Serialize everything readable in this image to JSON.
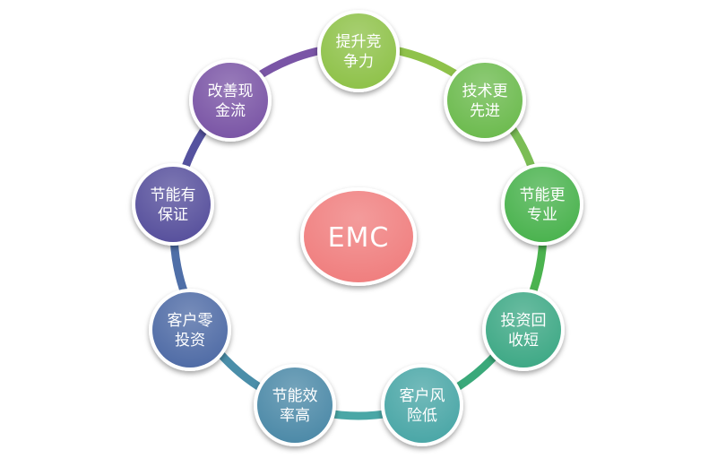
{
  "center": {
    "label": "EMC",
    "color": "#f07f7f"
  },
  "ring_colors": [
    "#8fc24a",
    "#7bbd55",
    "#4bb34f",
    "#3aa97a",
    "#4aa7a6",
    "#4a8ea9",
    "#4f6fa8",
    "#55529f",
    "#7a55a6"
  ],
  "nodes": [
    {
      "lines": [
        "提升竞",
        "争力"
      ],
      "color": "#8fc24a"
    },
    {
      "lines": [
        "技术更",
        "先进"
      ],
      "color": "#6dbb4f"
    },
    {
      "lines": [
        "节能更",
        "专业"
      ],
      "color": "#4bb34f"
    },
    {
      "lines": [
        "投资回",
        "收短"
      ],
      "color": "#3fa986"
    },
    {
      "lines": [
        "客户风",
        "险低"
      ],
      "color": "#4ba7a7"
    },
    {
      "lines": [
        "节能效",
        "率高"
      ],
      "color": "#4d8aa8"
    },
    {
      "lines": [
        "客户零",
        "投资"
      ],
      "color": "#506ca6"
    },
    {
      "lines": [
        "节能有",
        "保证"
      ],
      "color": "#58519d"
    },
    {
      "lines": [
        "改善现",
        "金流"
      ],
      "color": "#7b56a6"
    }
  ]
}
